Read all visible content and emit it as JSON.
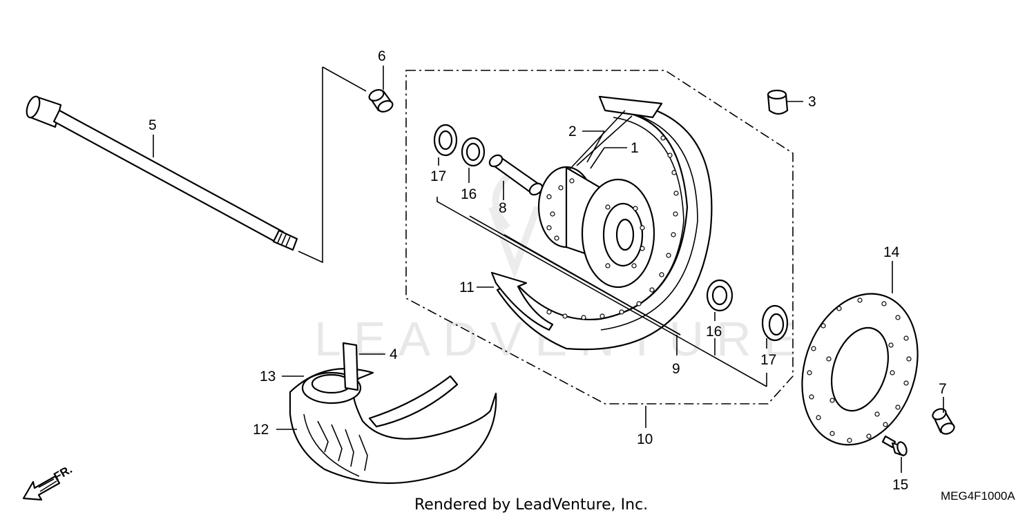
{
  "diagram": {
    "watermark": "LEADVENTURE",
    "footer": "Rendered by LeadVenture, Inc.",
    "diagram_code": "MEG4F1000A",
    "direction_label": "FR.",
    "callouts": {
      "c1": "1",
      "c2": "2",
      "c3": "3",
      "c4": "4",
      "c5": "5",
      "c6": "6",
      "c7": "7",
      "c8": "8",
      "c9": "9",
      "c10": "10",
      "c11": "11",
      "c12": "12",
      "c13": "13",
      "c14": "14",
      "c15": "15",
      "c16a": "16",
      "c16b": "16",
      "c17a": "17",
      "c17b": "17"
    }
  }
}
